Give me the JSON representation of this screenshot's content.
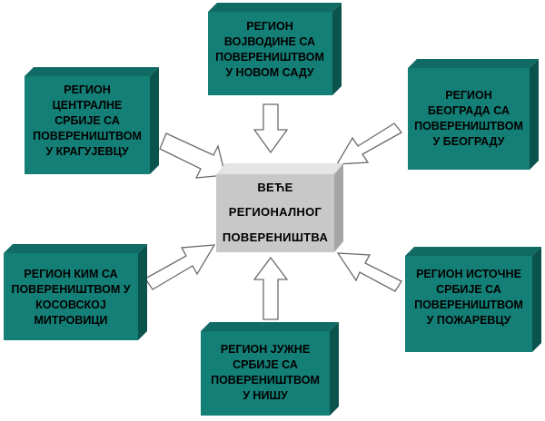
{
  "colors": {
    "box_front": "#137f76",
    "box_side": "#0b534d",
    "box_top": "#0f6b63",
    "center_front": "#c8c8c8",
    "center_side": "#a5a5a5",
    "center_top": "#e4e4e4",
    "arrow_fill": "#ffffff",
    "arrow_stroke": "#6b6b6b"
  },
  "center": {
    "lines": [
      "ВЕЋЕ",
      "РЕГИОНАЛНОГ",
      "ПОВЕРЕНИШТВА"
    ]
  },
  "regions": [
    {
      "id": "vojvodina",
      "lines": [
        "РЕГИОН",
        "ВОЈВОДИНЕ СА",
        "ПОВЕРЕНИШТВОМ",
        "У НОВОМ САДУ"
      ]
    },
    {
      "id": "centralna-srbija",
      "lines": [
        "РЕГИОН",
        "ЦЕНТРАЛНЕ",
        "СРБИЈЕ СА",
        "ПОВЕРЕНИШТВОМ",
        "У КРАГУЈЕВЦУ"
      ]
    },
    {
      "id": "beograd",
      "lines": [
        "РЕГИОН",
        "БЕОГРАДА СА",
        "ПОВЕРЕНИШТВОМ",
        "У БЕОГРАДУ"
      ]
    },
    {
      "id": "kim",
      "lines": [
        "РЕГИОН КИМ СА",
        "ПОВЕРЕНИШТВОМ У",
        "КОСОВСКОЈ",
        "МИТРОВИЦИ"
      ]
    },
    {
      "id": "istocna-srbija",
      "lines": [
        "РЕГИОН ИСТОЧНЕ",
        "СРБИЈЕ СА",
        "ПОВЕРЕНИШТВОМ",
        "У ПОЖАРЕВЦУ"
      ]
    },
    {
      "id": "juzna-srbija",
      "lines": [
        "РЕГИОН ЈУЖНЕ",
        "СРБИЈЕ СА",
        "ПОВЕРЕНИШТВОМ",
        "У НИШУ"
      ]
    }
  ]
}
